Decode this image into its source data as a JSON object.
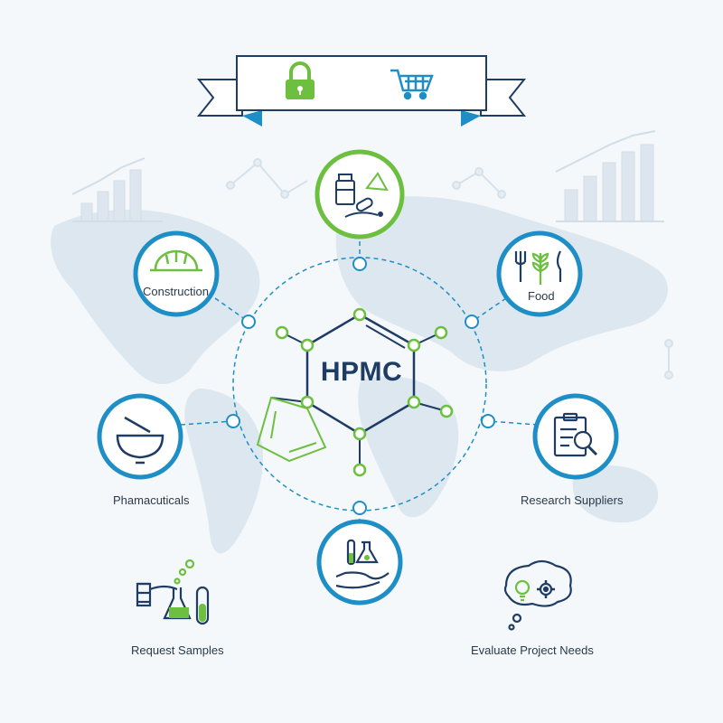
{
  "center": {
    "label": "HPMC"
  },
  "nodes": {
    "construction": {
      "label": "Construction",
      "icon": "hard-hat-icon"
    },
    "food": {
      "label": "Food",
      "icon": "food-icon"
    },
    "pharmaceuticals": {
      "label": "Phamacuticals",
      "icon": "mortar-pestle-icon"
    },
    "research_suppliers": {
      "label": "Research Suppliers",
      "icon": "clipboard-search-icon"
    },
    "request_samples": {
      "label": "Request Samples",
      "icon": "test-tubes-icon"
    },
    "evaluate_project_needs": {
      "label": "Evaluate Project Needs",
      "icon": "idea-gear-bubble-icon"
    },
    "top": {
      "icon": "chemical-pills-icon"
    },
    "bottom": {
      "icon": "hand-flasks-icon"
    }
  },
  "banner": {
    "icons": [
      "padlock-icon",
      "shopping-cart-icon"
    ]
  },
  "colors": {
    "blue": "#1e8fc6",
    "green": "#6cbf3f",
    "navy": "#1f3d64",
    "map": "#d9e4ec"
  }
}
